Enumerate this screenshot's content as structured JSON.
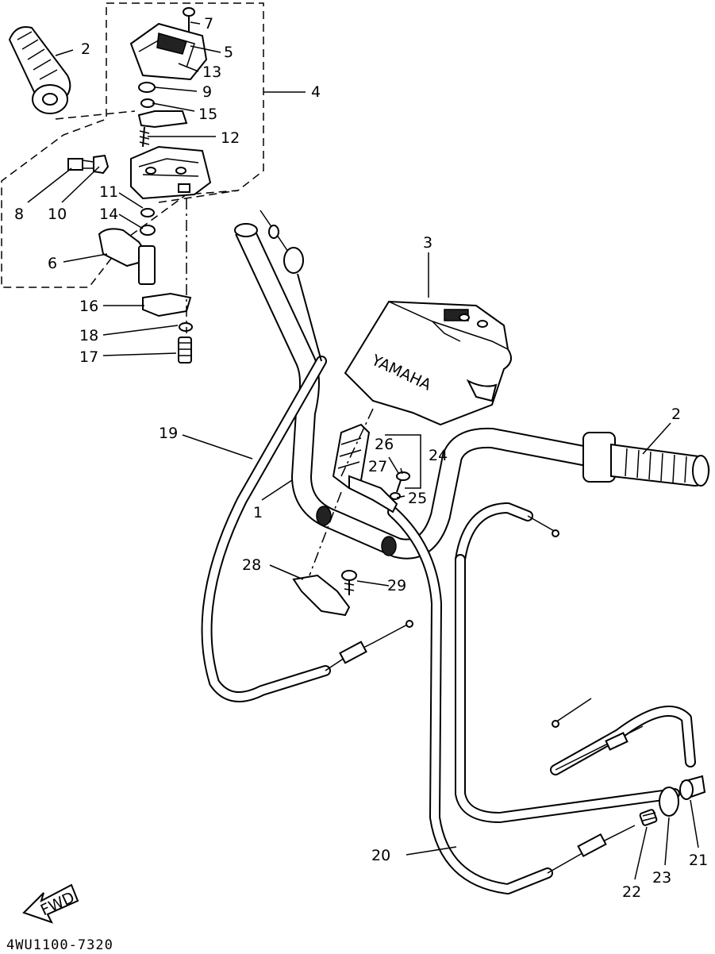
{
  "diagram_code": "4WU1100-7320",
  "fwd_label": "FWD",
  "brand_text": "YAMAHA",
  "callouts": {
    "c1": "1",
    "c2a": "2",
    "c2b": "2",
    "c3": "3",
    "c4": "4",
    "c5": "5",
    "c6": "6",
    "c7": "7",
    "c8": "8",
    "c9": "9",
    "c10": "10",
    "c11": "11",
    "c12": "12",
    "c13": "13",
    "c14": "14",
    "c15": "15",
    "c16": "16",
    "c17": "17",
    "c18": "18",
    "c19": "19",
    "c20": "20",
    "c21": "21",
    "c22": "22",
    "c23": "23",
    "c24": "24",
    "c25": "25",
    "c26": "26",
    "c27": "27",
    "c28": "28",
    "c29": "29"
  }
}
